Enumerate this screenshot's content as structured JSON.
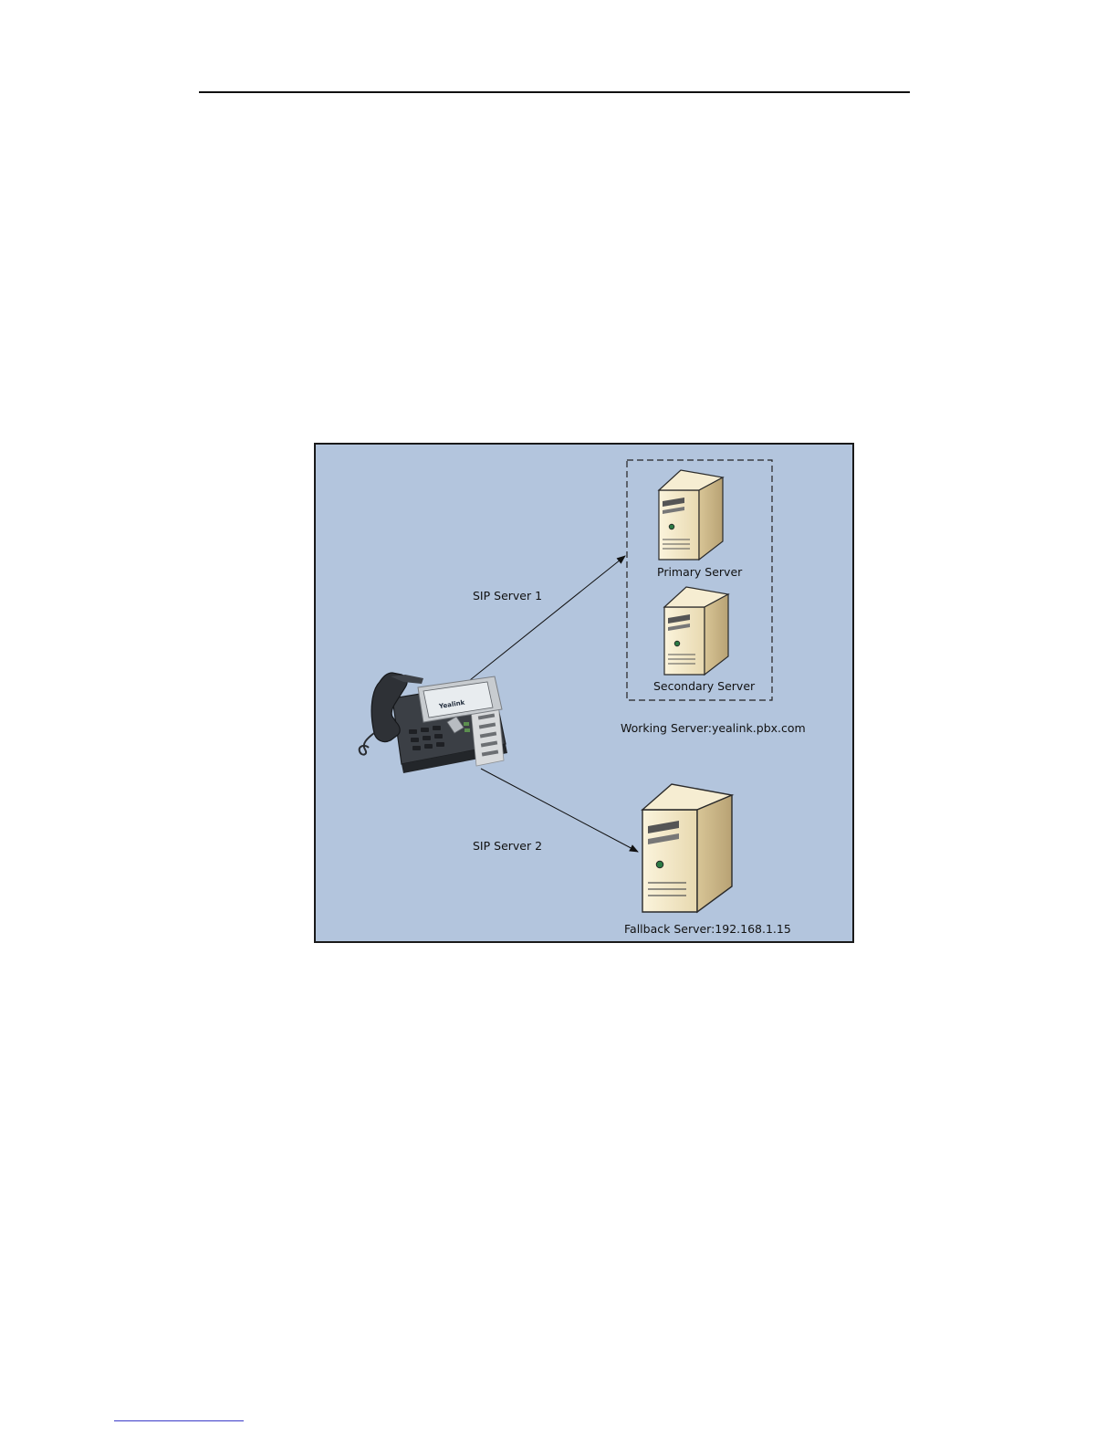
{
  "diagram": {
    "primary_server_label": "Primary Server",
    "secondary_server_label": "Secondary Server",
    "working_server_label": "Working Server:yealink.pbx.com",
    "fallback_server_label": "Fallback Server:192.168.1.15",
    "sip_server_1_label": "SIP Server 1",
    "sip_server_2_label": "SIP Server 2",
    "logo_text": "Yealink"
  },
  "colors": {
    "diagram_background": "#b3c5dd",
    "server_body": "#f1e6c6",
    "server_shadow": "#c7b48a"
  }
}
